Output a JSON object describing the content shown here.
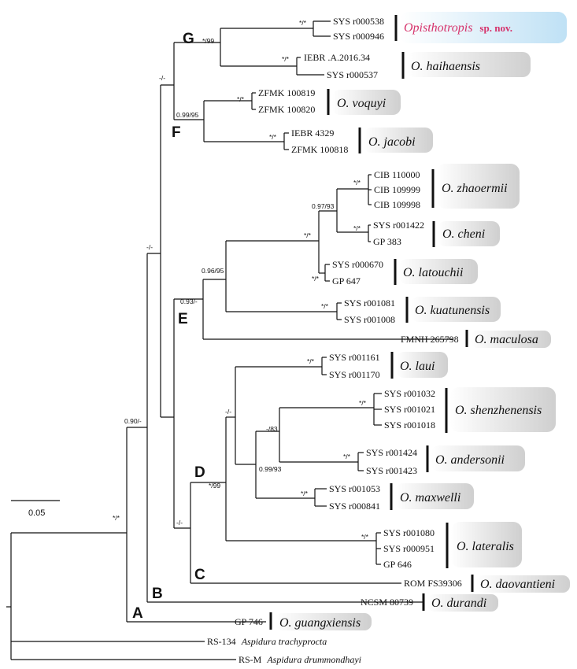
{
  "scale_label": "0.05",
  "clade_labels": {
    "A": "A",
    "B": "B",
    "C": "C",
    "D": "D",
    "E": "E",
    "F": "F",
    "G": "G"
  },
  "support": {
    "root": "*/*",
    "n090": "0.90/-",
    "n_mm1": "-/-",
    "n_mm2": "-/-",
    "G": "*/99",
    "F": "0.99/95",
    "sp_new": "*/*",
    "haiha": "*/*",
    "voquyi": "*/*",
    "jacobi": "*/*",
    "n093": "0.93/-",
    "n096": "0.96/95",
    "n097": "0.97/93",
    "zhao": "*/*",
    "cheni": "*/*",
    "zc": "*/*",
    "lato": "*/*",
    "kuat": "*/*",
    "C": "-/-",
    "D": "*/99",
    "dtop": "-/-",
    "n83": "-/83",
    "n099": "0.99/93",
    "laui": "*/*",
    "shen": "*/*",
    "ande": "*/*",
    "maxw": "*/*",
    "late": "*/*"
  },
  "leaves": {
    "s538": "SYS r000538",
    "s946": "SYS r000946",
    "iebr2016": "IEBR .A.2016.34",
    "s537": "SYS r000537",
    "z100819": "ZFMK 100819",
    "z100820": "ZFMK 100820",
    "iebr4329": "IEBR 4329",
    "z100818": "ZFMK 100818",
    "c110000": "CIB 110000",
    "c109999": "CIB 109999",
    "c109998": "CIB 109998",
    "s1422": "SYS r001422",
    "gp383": "GP 383",
    "s670": "SYS r000670",
    "gp647": "GP 647",
    "s1081": "SYS r001081",
    "s1008": "SYS r001008",
    "fmnh": "FMNH 265798",
    "s1161": "SYS r001161",
    "s1170": "SYS r001170",
    "s1032": "SYS r001032",
    "s1021": "SYS r001021",
    "s1018": "SYS r001018",
    "s1424": "SYS r001424",
    "s1423": "SYS r001423",
    "s1053": "SYS r001053",
    "s841": "SYS r000841",
    "s1080": "SYS r001080",
    "s951": "SYS r000951",
    "gp646": "GP 646",
    "rom": "ROM FS39306",
    "ncsm": "NCSM 80739",
    "gp746": "GP 746"
  },
  "outgroups": {
    "rs134_id": "RS-134",
    "rs134_name": "Aspidura trachyprocta",
    "rsm_id": "RS-M",
    "rsm_name": "Aspidura drummondhayi"
  },
  "species": {
    "sp_new_genus": "Opisthotropis",
    "sp_new_suffix": "sp. nov.",
    "haiha": "O. haihaensis",
    "voquyi": "O. voquyi",
    "jacobi": "O. jacobi",
    "zhao": "O. zhaoermii",
    "cheni": "O. cheni",
    "lato": "O. latouchii",
    "kuat": "O. kuatunensis",
    "macu": "O. maculosa",
    "laui": "O. laui",
    "shen": "O. shenzhenensis",
    "ande": "O. andersonii",
    "maxw": "O. maxwelli",
    "late": "O. lateralis",
    "daov": "O. daovantieni",
    "dura": "O. durandi",
    "guan": "O. guangxiensis"
  },
  "colors": {
    "new_species_text": "#d6336c",
    "new_species_box": "#d6ecf8",
    "species_box": "#d9d9d9",
    "line": "#111111"
  }
}
